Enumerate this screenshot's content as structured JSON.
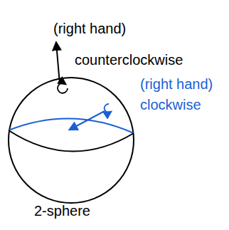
{
  "diagram": {
    "labels": [
      "(right hand) counterclockwise",
      "(right hand) clockwise",
      "2-sphere"
    ]
  }
}
